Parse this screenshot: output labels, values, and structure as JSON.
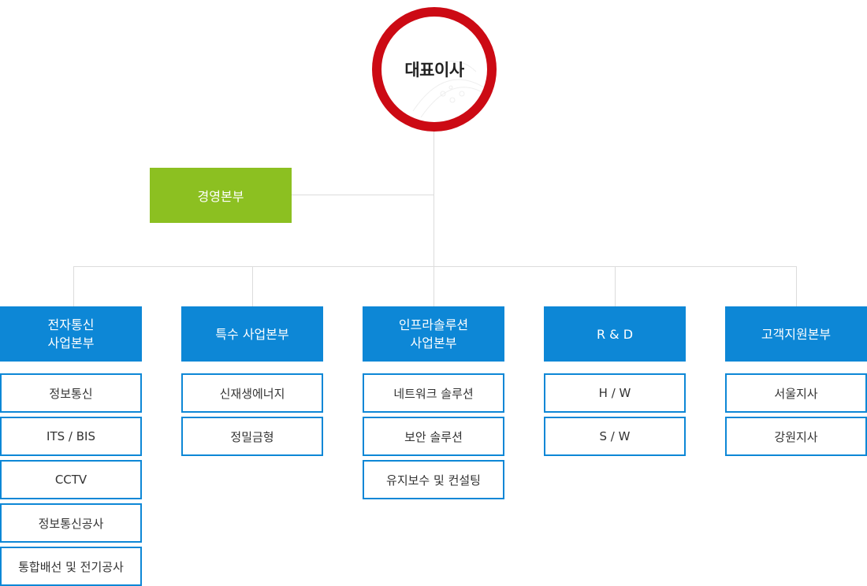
{
  "ceo": {
    "label": "대표이사"
  },
  "management": {
    "label": "경영본부"
  },
  "divisions": [
    {
      "label": "전자통신\n사업본부",
      "units": [
        "정보통신",
        "ITS / BIS",
        "CCTV",
        "정보통신공사",
        "통합배선 및 전기공사"
      ]
    },
    {
      "label": "특수 사업본부",
      "units": [
        "신재생에너지",
        "정밀금형"
      ]
    },
    {
      "label": "인프라솔루션\n사업본부",
      "units": [
        "네트워크 솔루션",
        "보안 솔루션",
        "유지보수 및 컨설팅"
      ]
    },
    {
      "label": "R & D",
      "units": [
        "H / W",
        "S / W"
      ]
    },
    {
      "label": "고객지원본부",
      "units": [
        "서울지사",
        "강원지사"
      ]
    }
  ],
  "colors": {
    "ceo_ring": "#cc0a14",
    "management": "#8cc021",
    "division": "#0d87d6",
    "connector": "#dcdcdc"
  }
}
